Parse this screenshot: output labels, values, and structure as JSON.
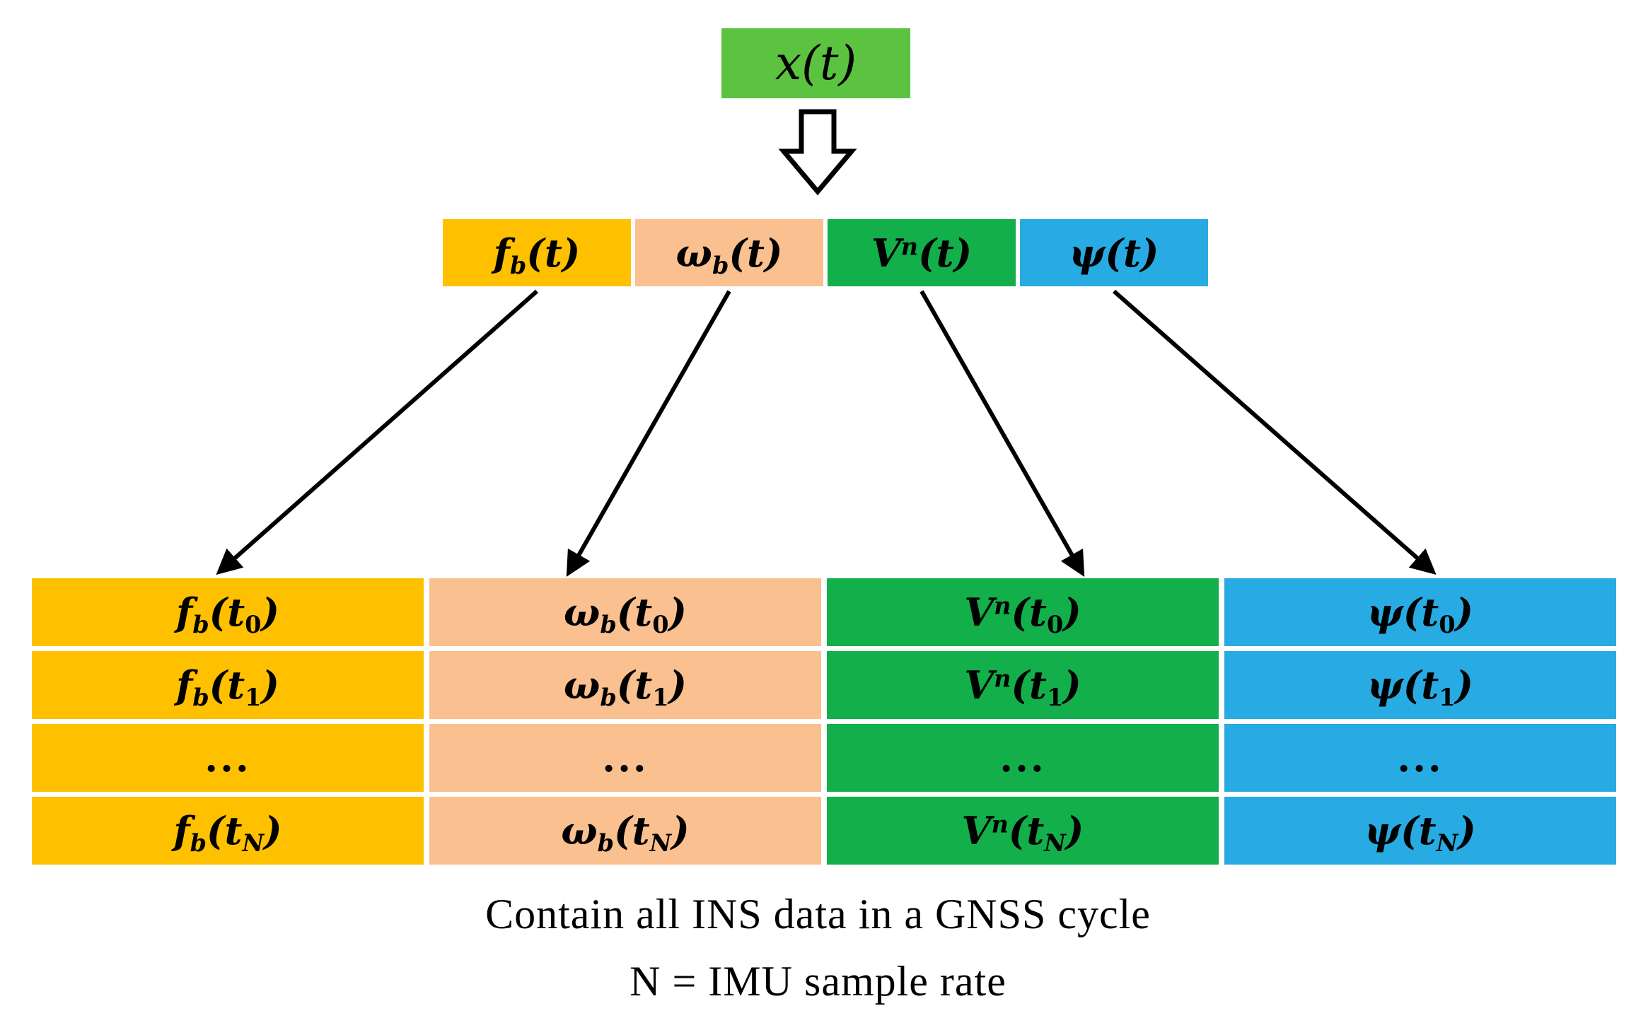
{
  "figure": {
    "background": "#FFFFFF",
    "ink_color": "#000000"
  },
  "root_signal": {
    "base": "x",
    "sub": "",
    "sup": "",
    "arg": "t",
    "color": "#5BC33F"
  },
  "streams": [
    {
      "id": "f-b",
      "base": "f",
      "sub": "b",
      "sup": "",
      "arg": "t",
      "color": "#FFC000"
    },
    {
      "id": "omega-b",
      "base": "ω",
      "sub": "b",
      "sup": "",
      "arg": "t",
      "color": "#FAC08F"
    },
    {
      "id": "v-n",
      "base": "V",
      "sub": "",
      "sup": "n",
      "arg": "t",
      "color": "#12AF4B"
    },
    {
      "id": "psi",
      "base": "ψ",
      "sub": "",
      "sup": "",
      "arg": "t",
      "color": "#27ABE2"
    }
  ],
  "table": {
    "row_indices": [
      "0",
      "1",
      "...",
      "N"
    ],
    "ellipsis_marker": "..."
  },
  "caption": {
    "line1": "Contain all INS data in a GNSS cycle",
    "line2": "N = IMU sample rate"
  }
}
